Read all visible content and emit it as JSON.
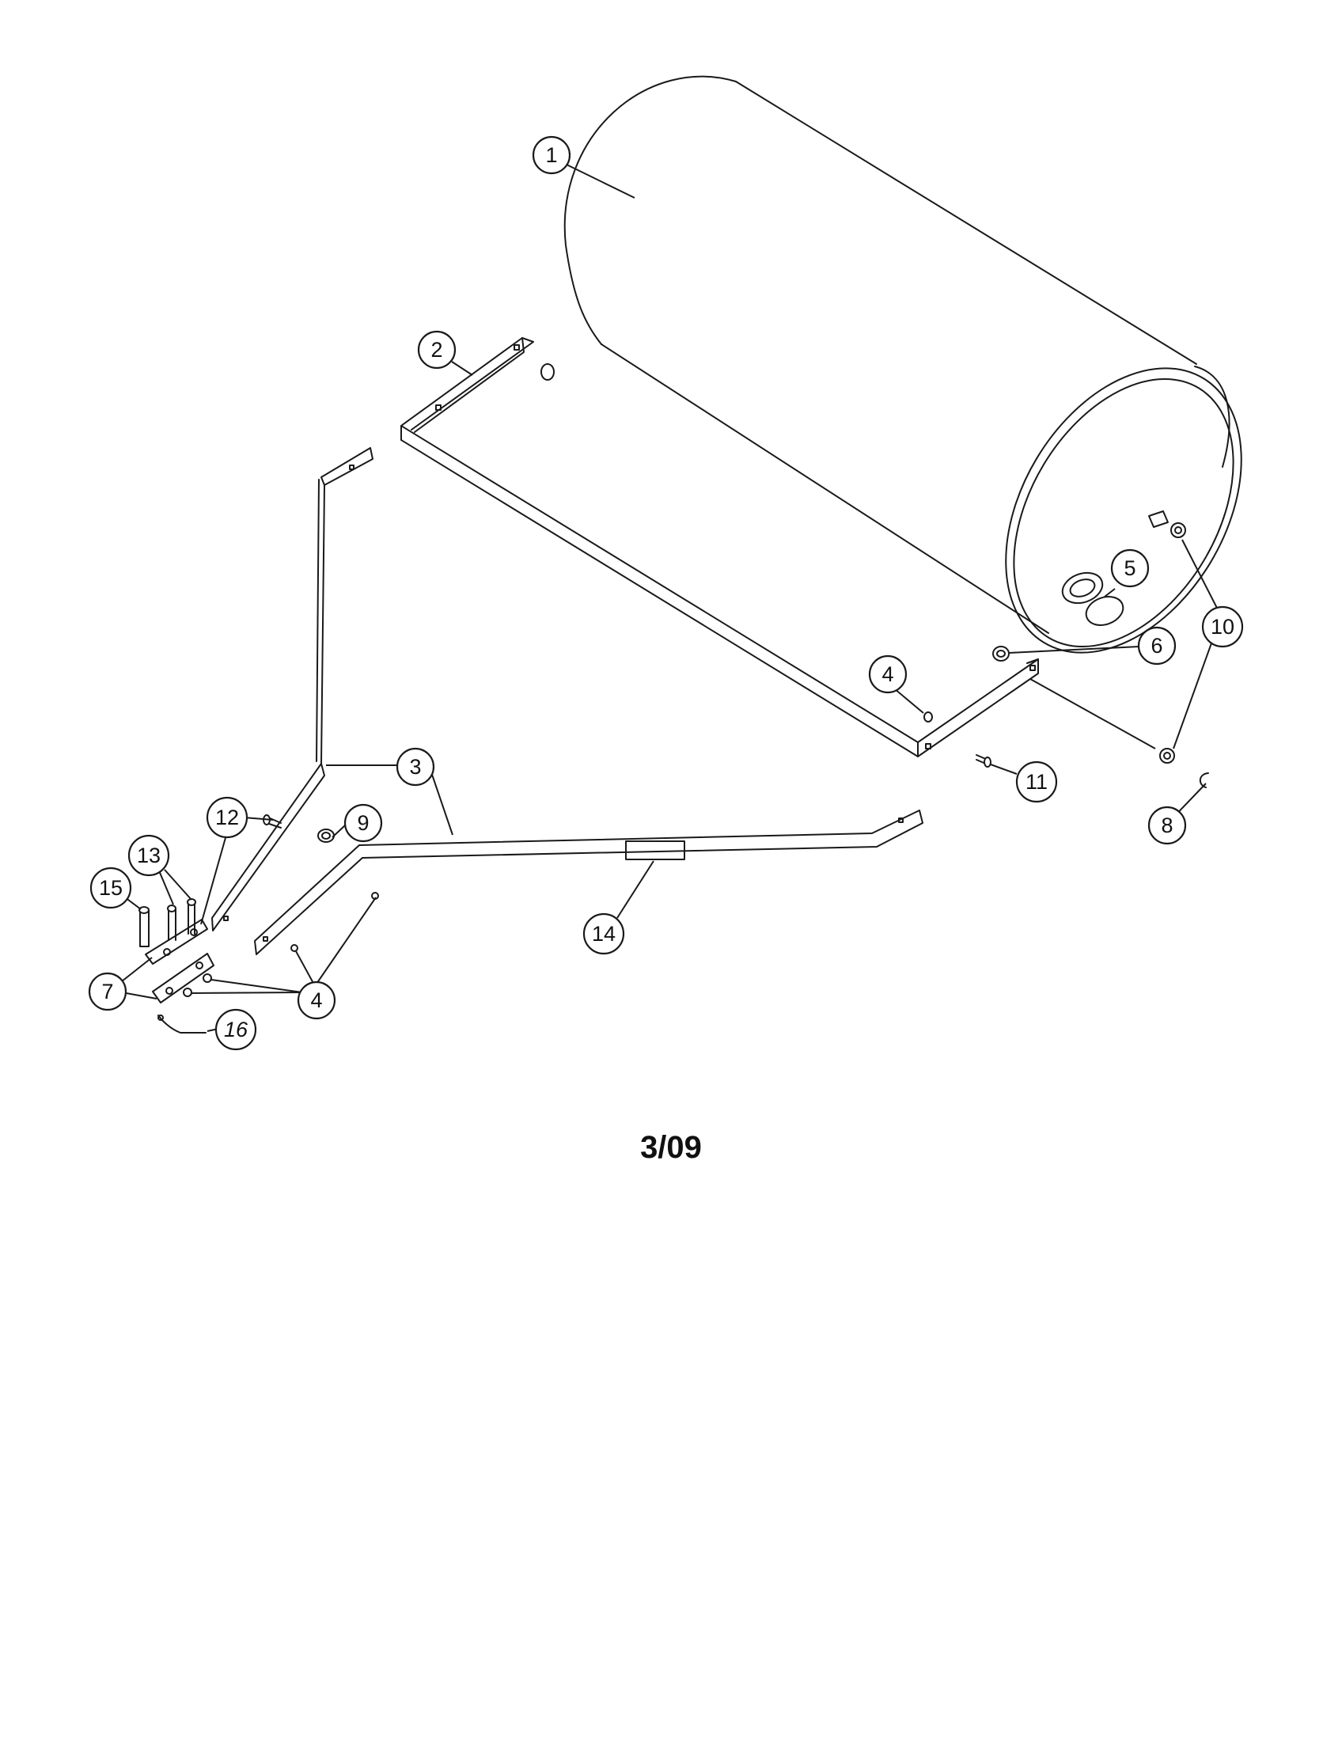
{
  "callouts": [
    {
      "id": "1",
      "label": "1"
    },
    {
      "id": "2",
      "label": "2"
    },
    {
      "id": "3",
      "label": "3"
    },
    {
      "id": "4a",
      "label": "4"
    },
    {
      "id": "4b",
      "label": "4"
    },
    {
      "id": "5",
      "label": "5"
    },
    {
      "id": "6",
      "label": "6"
    },
    {
      "id": "7",
      "label": "7"
    },
    {
      "id": "8",
      "label": "8"
    },
    {
      "id": "9",
      "label": "9"
    },
    {
      "id": "10",
      "label": "10"
    },
    {
      "id": "11",
      "label": "11"
    },
    {
      "id": "12",
      "label": "12"
    },
    {
      "id": "13",
      "label": "13"
    },
    {
      "id": "14",
      "label": "14"
    },
    {
      "id": "15",
      "label": "15"
    },
    {
      "id": "16",
      "label": "16"
    }
  ],
  "footer": {
    "date_code": "3/09"
  }
}
